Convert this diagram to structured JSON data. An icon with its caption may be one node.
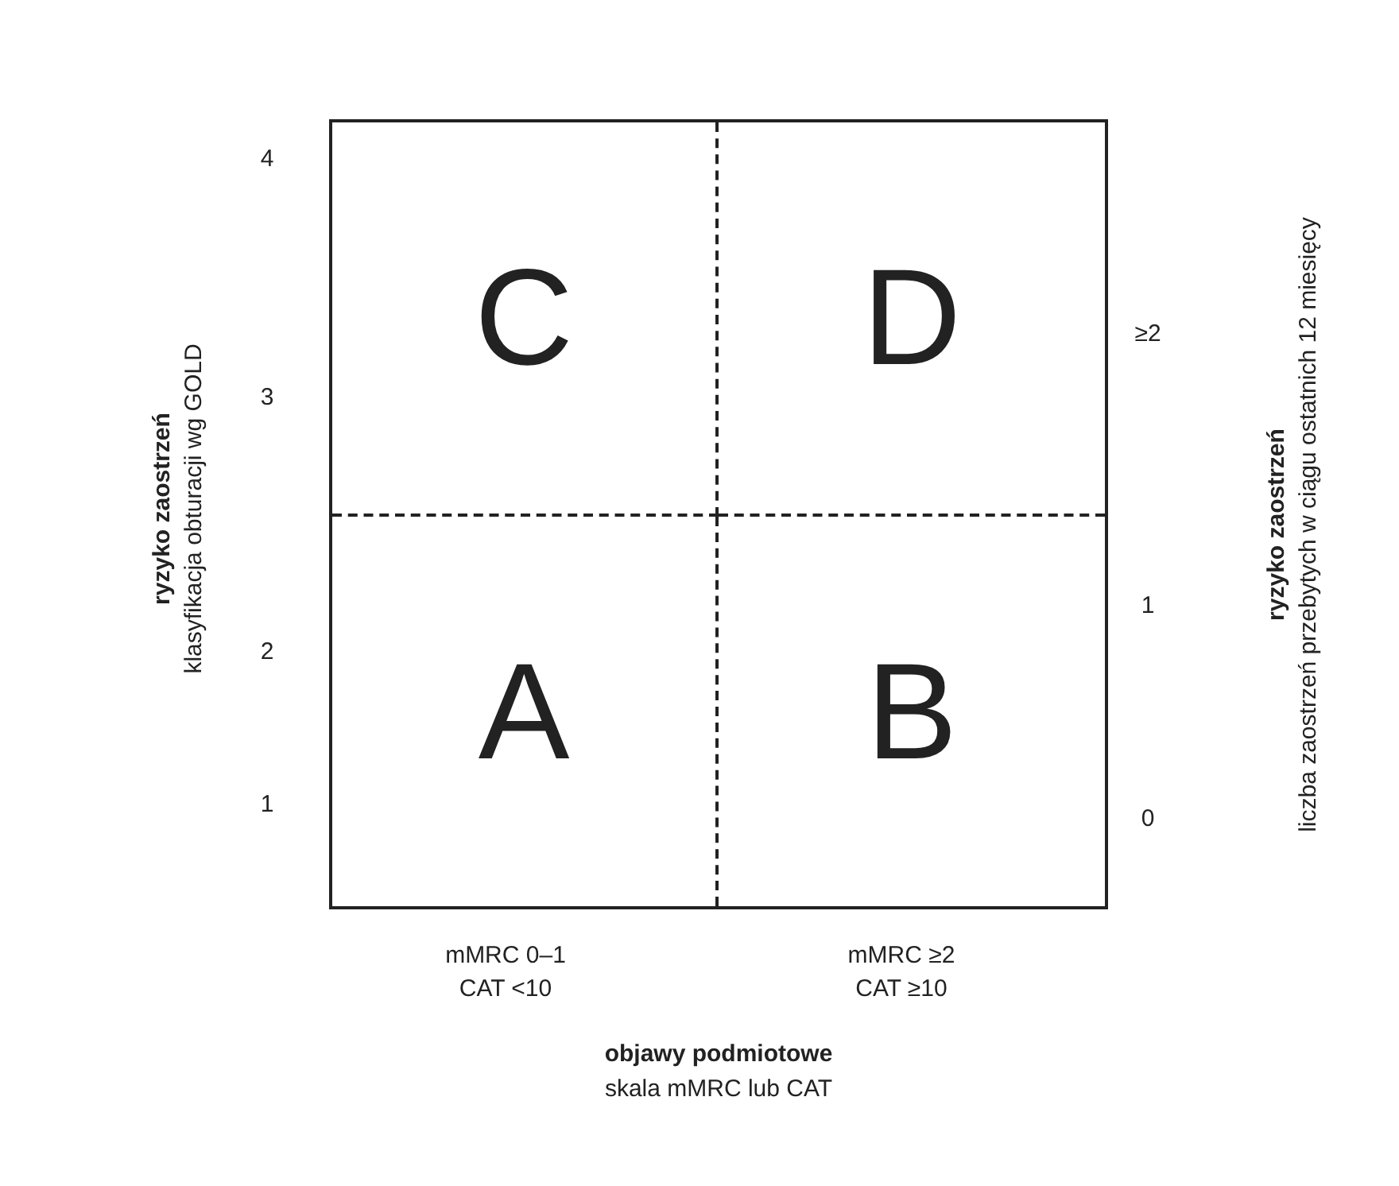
{
  "diagram": {
    "nodes": [
      {
        "text": [
          "C"
        ]
      },
      {
        "text": [
          "D"
        ]
      },
      {
        "text": [
          "A"
        ]
      },
      {
        "text": [
          "B"
        ]
      }
    ],
    "labels": [
      "ryzyko zaostrzeń",
      "klasyfikacja obturacji wg GOLD",
      "4",
      "3",
      "2",
      "1",
      "≥2",
      "1",
      "0",
      "ryzyko zaostrzeń",
      "liczba zaostrzeń przebytych w ciągu ostatnich 12 miesięcy",
      "mMRC 0–1",
      "CAT <10",
      "mMRC ≥2",
      "CAT ≥10",
      "objawy podmiotowe",
      "skala mMRC lub CAT"
    ]
  }
}
